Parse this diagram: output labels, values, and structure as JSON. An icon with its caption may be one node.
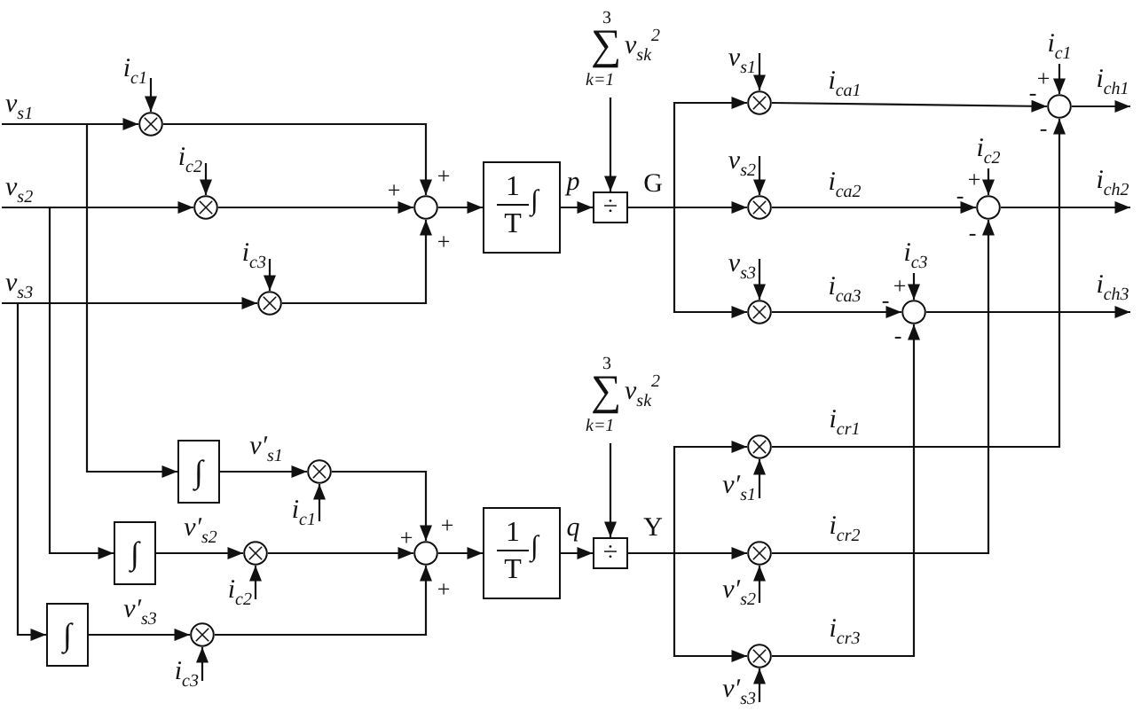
{
  "diagram": {
    "nodes": [
      {
        "text": [
          "v$_{s1}$"
        ]
      },
      {
        "text": [
          "i$_{c1}$"
        ]
      },
      {
        "text": [],
        "shape": "circle"
      },
      {
        "text": [
          "v$_{s2}$"
        ]
      },
      {
        "text": [
          "i$_{c2}$"
        ]
      },
      {
        "text": [],
        "shape": "circle"
      },
      {
        "text": [
          "v$_{s3}$"
        ]
      },
      {
        "text": [
          "i$_{c3}$"
        ]
      },
      {
        "text": [],
        "shape": "circle"
      },
      {
        "text": [],
        "shape": "circle"
      },
      {
        "text": [
          "1",
          "T",
          "∫"
        ]
      },
      {
        "text": [
          "3",
          "∑",
          "v$_{sk}$$^{2}$",
          "k=1"
        ]
      },
      {
        "text": [
          "÷"
        ]
      },
      {
        "text": [
          "v$_{s1}$"
        ]
      },
      {
        "text": [],
        "shape": "circle"
      },
      {
        "text": [
          "v$_{s2}$"
        ]
      },
      {
        "text": [],
        "shape": "circle"
      },
      {
        "text": [
          "v$_{s3}$"
        ]
      },
      {
        "text": [],
        "shape": "circle"
      },
      {
        "text": [
          "i$_{c1}$"
        ]
      },
      {
        "text": [],
        "shape": "circle"
      },
      {
        "text": [
          "i$_{c2}$"
        ]
      },
      {
        "text": [],
        "shape": "circle"
      },
      {
        "text": [
          "i$_{c3}$"
        ]
      },
      {
        "text": [],
        "shape": "circle"
      },
      {
        "text": [
          "∫"
        ]
      },
      {
        "text": [
          "i$_{c1}$"
        ]
      },
      {
        "text": [],
        "shape": "circle"
      },
      {
        "text": [
          "∫"
        ]
      },
      {
        "text": [
          "i$_{c2}$"
        ]
      },
      {
        "text": [],
        "shape": "circle"
      },
      {
        "text": [
          "∫"
        ]
      },
      {
        "text": [
          "i$_{c3}$"
        ]
      },
      {
        "text": [],
        "shape": "circle"
      },
      {
        "text": [],
        "shape": "circle"
      },
      {
        "text": [
          "1",
          "T",
          "∫"
        ]
      },
      {
        "text": [
          "3",
          "∑",
          "v$_{sk}$$^{2}$",
          "k=1"
        ]
      },
      {
        "text": [
          "÷"
        ]
      },
      {
        "text": [
          "v′$_{s1}$"
        ]
      },
      {
        "text": [],
        "shape": "circle"
      },
      {
        "text": [
          "v′$_{s2}$"
        ]
      },
      {
        "text": [],
        "shape": "circle"
      },
      {
        "text": [
          "v′$_{s3}$"
        ]
      },
      {
        "text": [],
        "shape": "circle"
      }
    ],
    "edges": [
      {
        "from": 0,
        "to": 2,
        "arrow": "to"
      },
      {
        "from": 0,
        "to": 25,
        "arrow": "to"
      },
      {
        "from": 1,
        "to": 2,
        "arrow": "to"
      },
      {
        "from": 3,
        "to": 5,
        "arrow": "to"
      },
      {
        "from": 3,
        "to": 28,
        "arrow": "to"
      },
      {
        "from": 4,
        "to": 5,
        "arrow": "to"
      },
      {
        "from": 6,
        "to": 8,
        "arrow": "to"
      },
      {
        "from": 6,
        "to": 31,
        "arrow": "to"
      },
      {
        "from": 7,
        "to": 8,
        "arrow": "to"
      },
      {
        "from": 2,
        "to": 9,
        "arrow": "to"
      },
      {
        "from": 5,
        "to": 9,
        "arrow": "to"
      },
      {
        "from": 8,
        "to": 9,
        "arrow": "to"
      },
      {
        "from": 9,
        "to": 10,
        "arrow": "to"
      },
      {
        "from": 10,
        "to": 12,
        "arrow": "to",
        "label": "p"
      },
      {
        "from": 11,
        "to": 12,
        "arrow": "to"
      },
      {
        "from": 12,
        "to": 14,
        "arrow": "to"
      },
      {
        "from": 12,
        "to": 16,
        "arrow": "to",
        "label": "G"
      },
      {
        "from": 12,
        "to": 18,
        "arrow": "to"
      },
      {
        "from": 13,
        "to": 14,
        "arrow": "to"
      },
      {
        "from": 15,
        "to": 16,
        "arrow": "to"
      },
      {
        "from": 17,
        "to": 18,
        "arrow": "to"
      },
      {
        "from": 14,
        "to": 20,
        "arrow": "to",
        "label": "i$_{ca1}$"
      },
      {
        "from": 16,
        "to": 22,
        "arrow": "to",
        "label": "i$_{ca2}$"
      },
      {
        "from": 18,
        "to": 24,
        "arrow": "to",
        "label": "i$_{ca3}$"
      },
      {
        "from": 19,
        "to": 20,
        "arrow": "to"
      },
      {
        "from": 21,
        "to": 22,
        "arrow": "to"
      },
      {
        "from": 23,
        "to": 24,
        "arrow": "to"
      },
      {
        "from": 20,
        "to": null,
        "arrow": "to",
        "label": "i$_{ch1}$"
      },
      {
        "from": 22,
        "to": null,
        "arrow": "to",
        "label": "i$_{ch2}$"
      },
      {
        "from": 24,
        "to": null,
        "arrow": "to",
        "label": "i$_{ch3}$"
      },
      {
        "from": 25,
        "to": 27,
        "arrow": "to",
        "label": "v′$_{s1}$"
      },
      {
        "from": 26,
        "to": 27,
        "arrow": "to"
      },
      {
        "from": 28,
        "to": 30,
        "arrow": "to",
        "label": "v′$_{s2}$"
      },
      {
        "from": 29,
        "to": 30,
        "arrow": "to"
      },
      {
        "from": 31,
        "to": 33,
        "arrow": "to",
        "label": "v′$_{s3}$"
      },
      {
        "from": 32,
        "to": 33,
        "arrow": "to"
      },
      {
        "from": 27,
        "to": 34,
        "arrow": "to"
      },
      {
        "from": 30,
        "to": 34,
        "arrow": "to"
      },
      {
        "from": 33,
        "to": 34,
        "arrow": "to"
      },
      {
        "from": 34,
        "to": 35,
        "arrow": "to"
      },
      {
        "from": 35,
        "to": 37,
        "arrow": "to",
        "label": "q"
      },
      {
        "from": 36,
        "to": 37,
        "arrow": "to"
      },
      {
        "from": 37,
        "to": 39,
        "arrow": "to"
      },
      {
        "from": 37,
        "to": 41,
        "arrow": "to",
        "label": "Y"
      },
      {
        "from": 37,
        "to": 43,
        "arrow": "to"
      },
      {
        "from": 38,
        "to": 39,
        "arrow": "to"
      },
      {
        "from": 40,
        "to": 41,
        "arrow": "to"
      },
      {
        "from": 42,
        "to": 43,
        "arrow": "to"
      },
      {
        "from": 39,
        "to": 20,
        "arrow": "to",
        "label": "i$_{cr1}$"
      },
      {
        "from": 41,
        "to": 22,
        "arrow": "to",
        "label": "i$_{cr2}$"
      },
      {
        "from": 43,
        "to": 24,
        "arrow": "to",
        "label": "i$_{cr3}$"
      }
    ],
    "labels": [
      "+",
      "+",
      "+",
      "+",
      "-",
      "-",
      "+",
      "-",
      "-",
      "+",
      "-",
      "-",
      "+",
      "+",
      "+"
    ]
  }
}
